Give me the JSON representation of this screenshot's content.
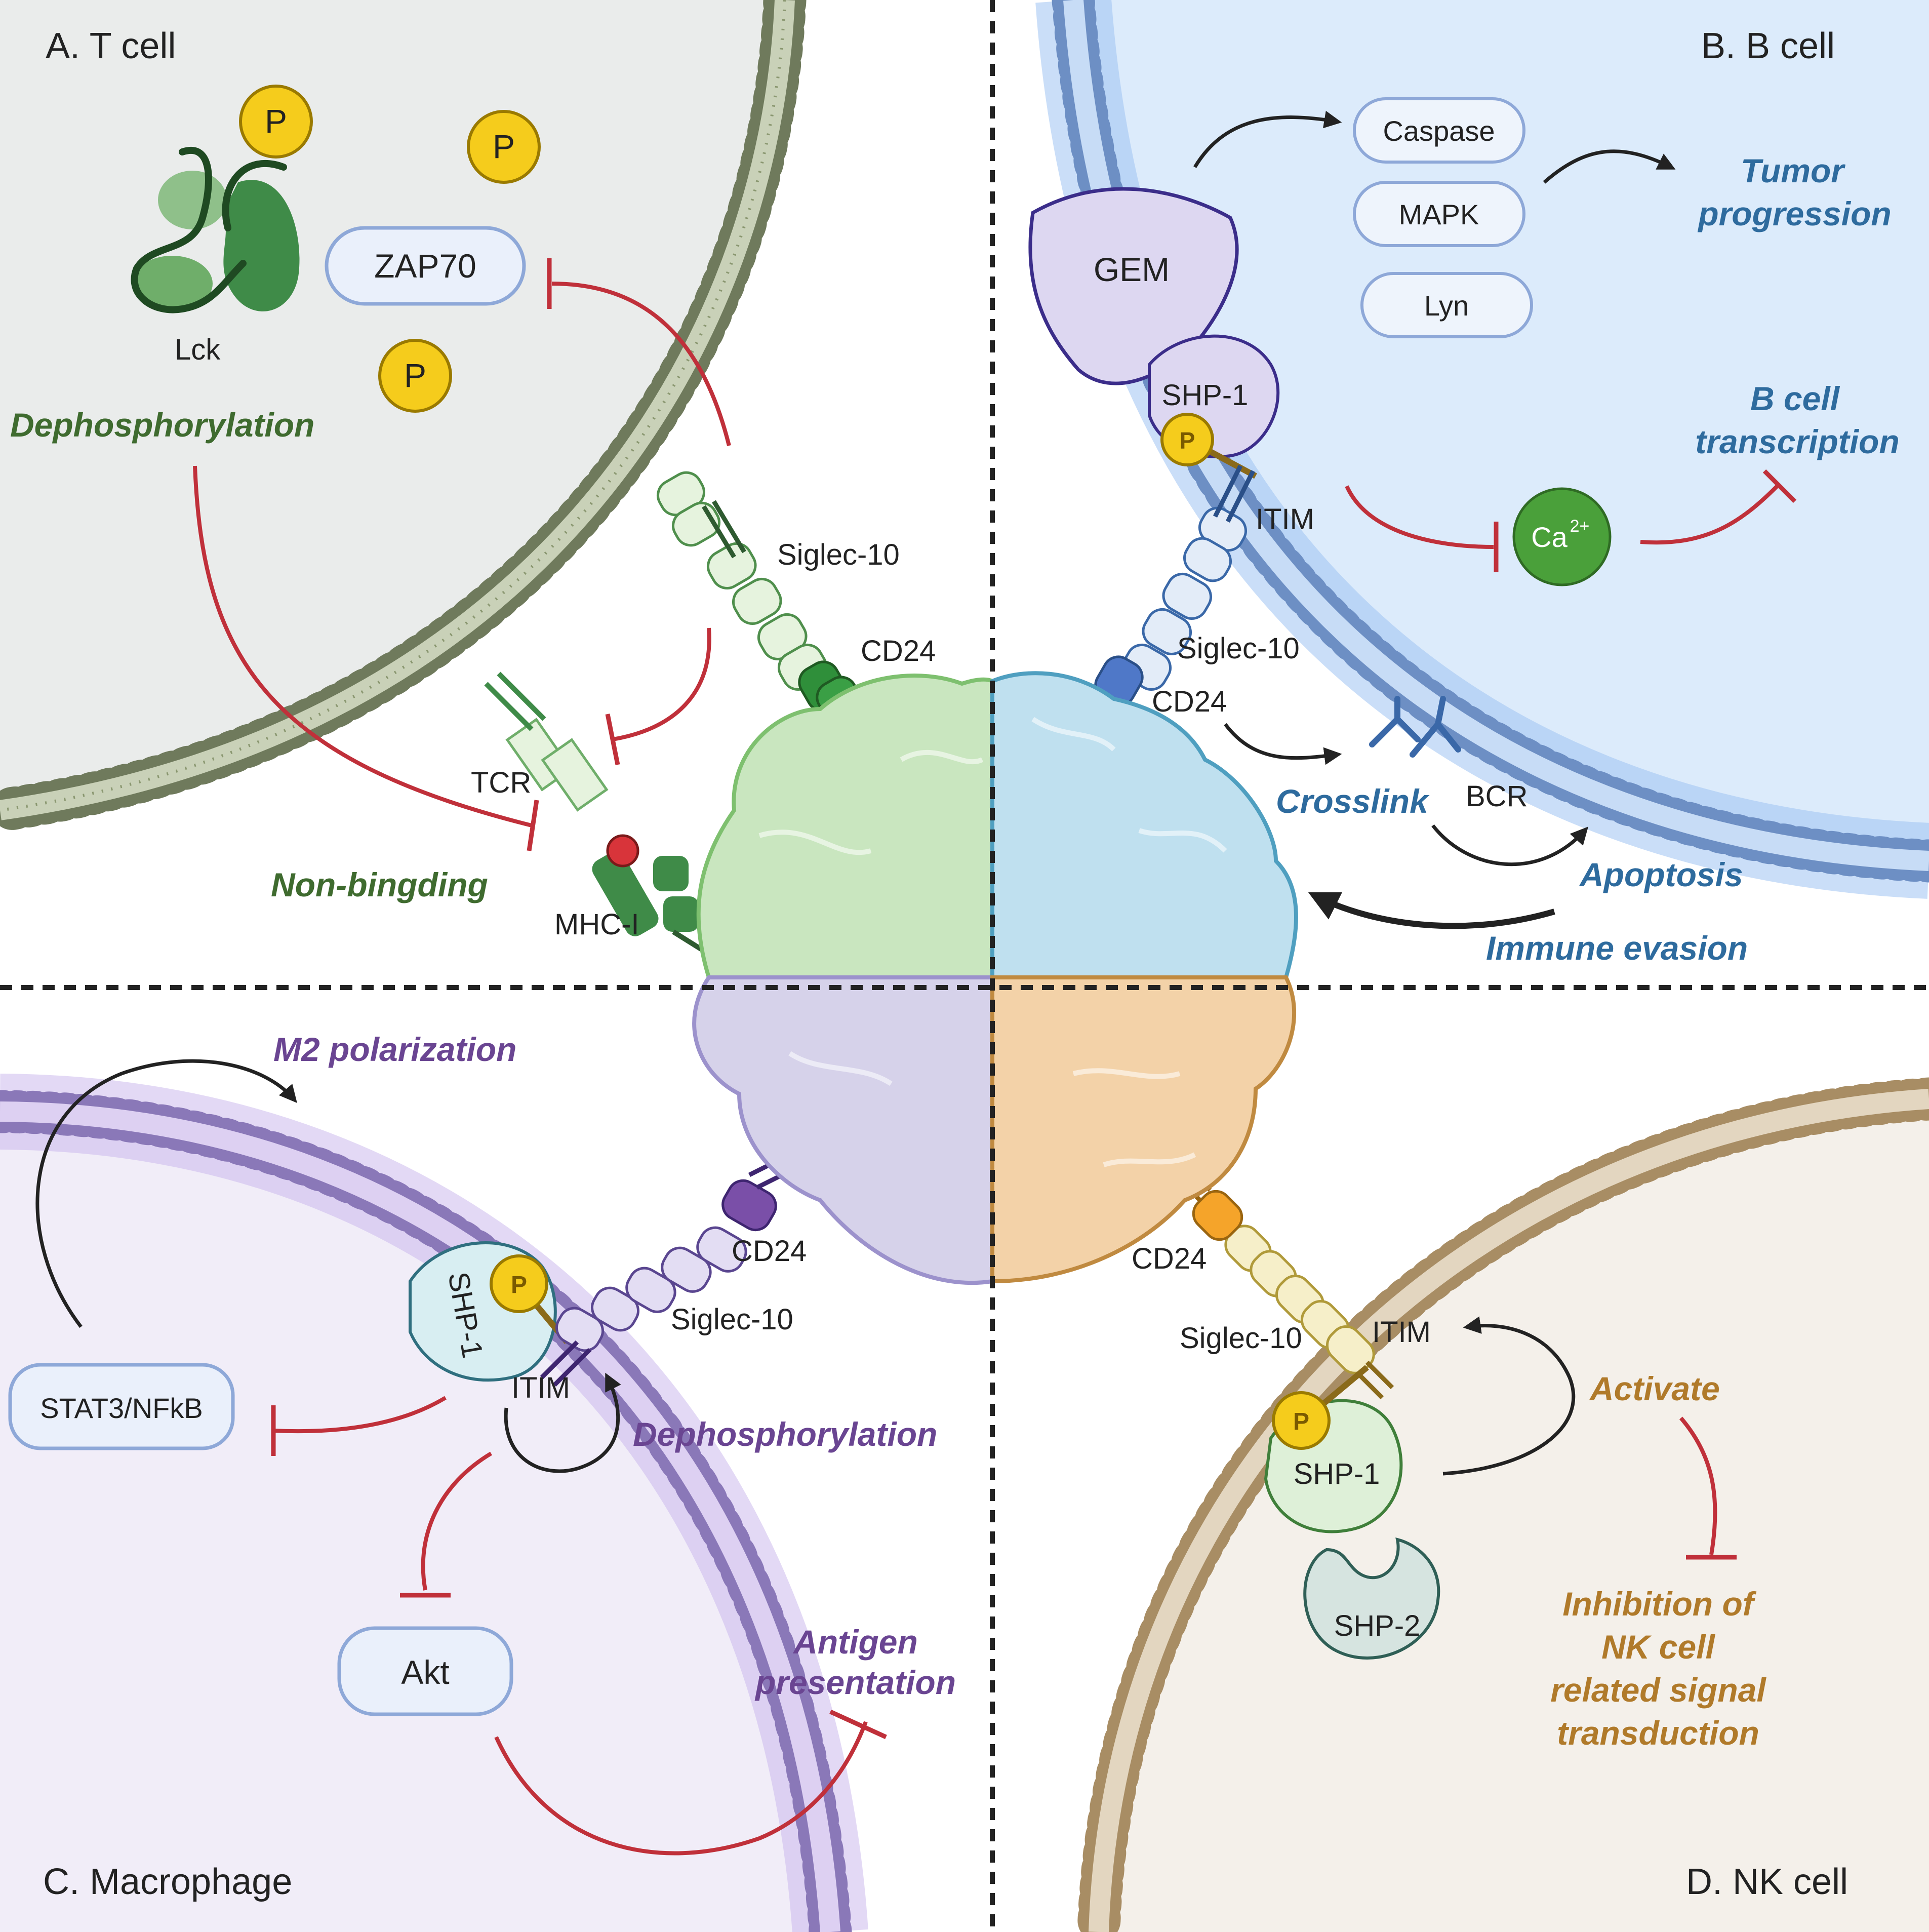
{
  "panels": {
    "tcell": {
      "title": "A. T cell",
      "lck": "Lck",
      "zap70": "ZAP70",
      "phospho": "P",
      "dephosphorylation": "Dephosphorylation",
      "siglec10": "Siglec-10",
      "cd24": "CD24",
      "tcr": "TCR",
      "mhc": "MHC-I",
      "nonbinding": "Non-bingding"
    },
    "bcell": {
      "title": "B. B cell",
      "caspase": "Caspase",
      "mapk": "MAPK",
      "lyn": "Lyn",
      "tumor1": "Tumor",
      "tumor2": "progression",
      "gem": "GEM",
      "shp1": "SHP-1",
      "phospho": "P",
      "itim": "ITIM",
      "btrans1": "B cell",
      "btrans2": "transcription",
      "ca": "Ca",
      "ca_sup": "2+",
      "siglec10": "Siglec-10",
      "cd24": "CD24",
      "crosslink": "Crosslink",
      "bcr": "BCR",
      "apoptosis": "Apoptosis",
      "immune": "Immune evasion"
    },
    "macrophage": {
      "title": "C. Macrophage",
      "m2": "M2 polarization",
      "cd24": "CD24",
      "siglec10": "Siglec-10",
      "shp1": "SHP-1",
      "phospho": "P",
      "stat": "STAT3/NFkB",
      "itim": "ITIM",
      "dephos": "Dephosphorylation",
      "akt": "Akt",
      "antigen1": "Antigen",
      "antigen2": "presentation"
    },
    "nkcell": {
      "title": "D. NK cell",
      "cd24": "CD24",
      "siglec10": "Siglec-10",
      "itim": "ITIM",
      "activate": "Activate",
      "phospho": "P",
      "shp1": "SHP-1",
      "shp2": "SHP-2",
      "inh1": "Inhibition of",
      "inh2": "NK cell",
      "inh3": "related signal",
      "inh4": "transduction"
    }
  },
  "colors": {
    "tcell_bg": "#eaeceb",
    "bcell_bg": "#dcebfb",
    "mac_bg": "#f1edf8",
    "nk_bg": "#f4f0ea",
    "tcell_text": "#3f6b2f",
    "bcell_text": "#2e6b9e",
    "mac_text": "#6a4592",
    "nk_text": "#b07a2a",
    "inhibit": "#c0303a",
    "phospho": "#f5cc1c"
  }
}
